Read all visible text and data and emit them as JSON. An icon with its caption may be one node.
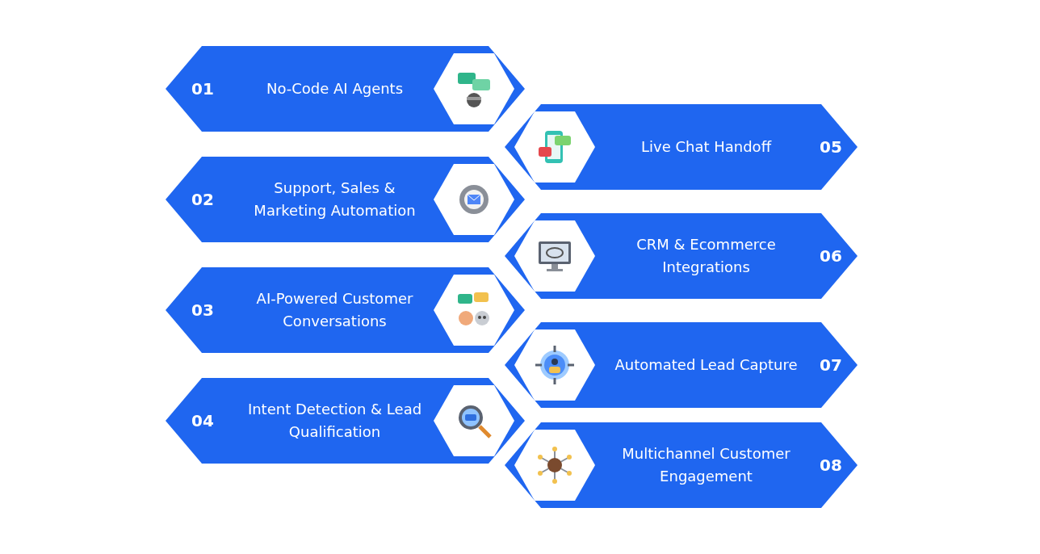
{
  "diagram": {
    "nodes": [
      {
        "text": [
          "01",
          "No-Code AI Agents"
        ]
      },
      {
        "text": [
          "02",
          "Support, Sales & Marketing Automation"
        ]
      },
      {
        "text": [
          "03",
          "AI-Powered Customer Conversations"
        ]
      },
      {
        "text": [
          "04",
          "Intent Detection & Lead Qualification"
        ]
      },
      {
        "text": [
          "Live Chat Handoff",
          "05"
        ]
      },
      {
        "text": [
          "CRM & Ecommerce Integrations",
          "06"
        ]
      },
      {
        "text": [
          "Automated Lead Capture",
          "07"
        ]
      },
      {
        "text": [
          "Multichannel Customer Engagement",
          "08"
        ]
      }
    ]
  }
}
